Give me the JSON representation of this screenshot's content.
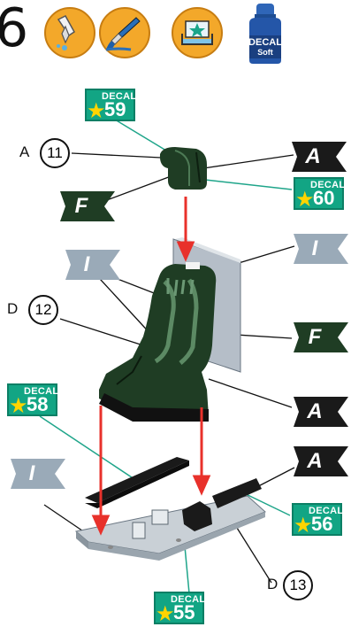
{
  "step_number": "6",
  "tools": [
    {
      "icon": "glue-dropper-icon"
    },
    {
      "icon": "paint-brush-icon"
    },
    {
      "icon": "decal-water-tray-icon"
    }
  ],
  "decal_softener": {
    "icon": "decal-softener-bottle-icon",
    "line1": "DECAL",
    "line2": "Soft"
  },
  "decals": [
    {
      "label": "DECAL",
      "number": "59"
    },
    {
      "label": "DECAL",
      "number": "60"
    },
    {
      "label": "DECAL",
      "number": "58"
    },
    {
      "label": "DECAL",
      "number": "56"
    },
    {
      "label": "DECAL",
      "number": "55"
    }
  ],
  "color_flags": {
    "A": {
      "letter": "A",
      "color": "#1a1a1a"
    },
    "F": {
      "letter": "F",
      "color": "#1f3d24"
    },
    "I": {
      "letter": "I",
      "color": "#9aaab8"
    }
  },
  "part_refs": [
    {
      "sprue": "A",
      "number": "11"
    },
    {
      "sprue": "D",
      "number": "12"
    },
    {
      "sprue": "D",
      "number": "13"
    }
  ],
  "colors": {
    "seat_green": "#1f3d24",
    "arrow_red": "#e8312b",
    "decal_green": "#12a584",
    "leader_teal": "#1fa58a",
    "plastic_grey": "#c9d0d6"
  }
}
